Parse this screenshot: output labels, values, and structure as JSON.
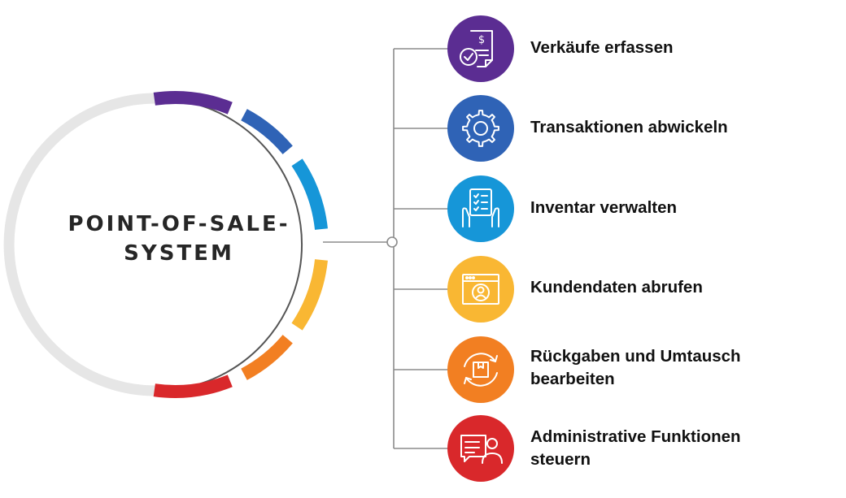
{
  "title_lines": [
    "POINT-OF-SALE-",
    "SYSTEM"
  ],
  "items": [
    {
      "lines": [
        "Verkäufe erfassen"
      ],
      "icon": "receipt-check-icon",
      "color": "#5b2d92"
    },
    {
      "lines": [
        "Transaktionen abwickeln"
      ],
      "icon": "gear-icon",
      "color": "#2f63b6"
    },
    {
      "lines": [
        "Inventar verwalten"
      ],
      "icon": "checklist-hands-icon",
      "color": "#1696d8"
    },
    {
      "lines": [
        "Kundendaten abrufen"
      ],
      "icon": "user-profile-window-icon",
      "color": "#f9b733"
    },
    {
      "lines": [
        "Rückgaben und Umtausch",
        "bearbeiten"
      ],
      "icon": "return-box-icon",
      "color": "#f27f22"
    },
    {
      "lines": [
        "Administrative Funktionen",
        "steuern"
      ],
      "icon": "admin-user-icon",
      "color": "#d9282b"
    }
  ],
  "ring_track_color": "#e6e6e6",
  "connector_color": "#8c8c8c"
}
